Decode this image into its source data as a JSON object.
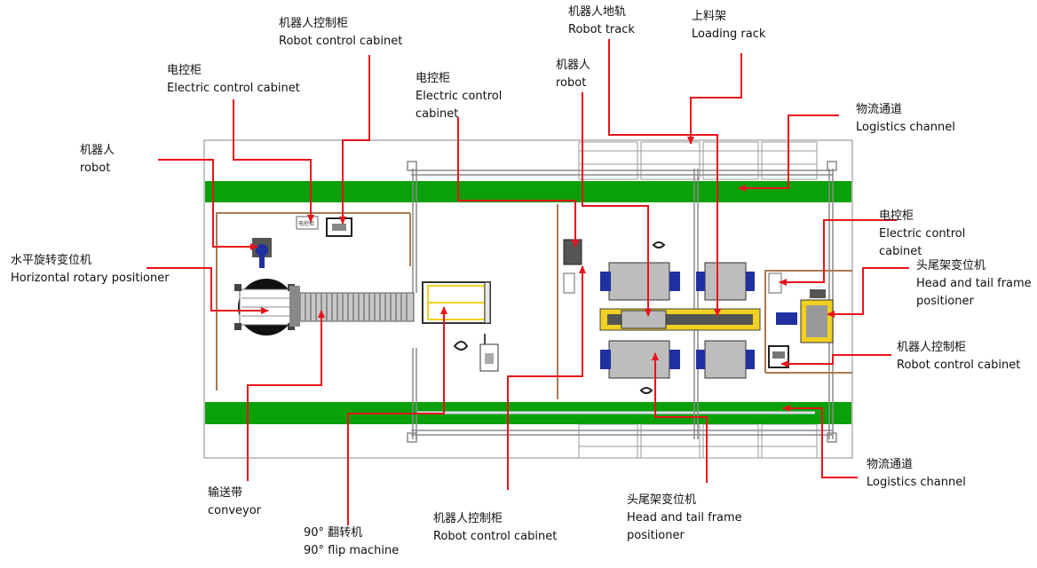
{
  "labels": {
    "robot_control_cabinet_top": {
      "cn": "机器人控制柜",
      "en": "Robot control cabinet"
    },
    "electric_cabinet_left": {
      "cn": "电控柜",
      "en": "Electric control cabinet"
    },
    "robot_left": {
      "cn": "机器人",
      "en": "robot"
    },
    "horizontal_positioner": {
      "cn": "水平旋转变位机",
      "en": "Horizontal rotary positioner"
    },
    "electric_cabinet_mid": {
      "cn": "电控柜",
      "en1": "Electric control",
      "en2": "cabinet"
    },
    "robot_mid": {
      "cn": "机器人",
      "en": "robot"
    },
    "robot_track": {
      "cn": "机器人地轨",
      "en": "Robot track"
    },
    "loading_rack": {
      "cn": "上料架",
      "en": "Loading rack"
    },
    "logistics_top": {
      "cn": "物流通道",
      "en": "Logistics channel"
    },
    "electric_cabinet_right": {
      "cn": "电控柜",
      "en1": "Electric control",
      "en2": "cabinet"
    },
    "head_tail_right": {
      "cn": "头尾架变位机",
      "en1": "Head and tail frame",
      "en2": "positioner"
    },
    "robot_control_cabinet_right": {
      "cn": "机器人控制柜",
      "en": "Robot control cabinet"
    },
    "logistics_bottom": {
      "cn": "物流通道",
      "en": "Logistics channel"
    },
    "head_tail_bottom": {
      "cn": "头尾架变位机",
      "en1": "Head and tail frame",
      "en2": "positioner"
    },
    "robot_control_cabinet_bottom": {
      "cn": "机器人控制柜",
      "en": "Robot control cabinet"
    },
    "flip_machine": {
      "cn": "90° 翻转机",
      "en": "90°  flip machine"
    },
    "conveyor": {
      "cn": "输送带",
      "en": "conveyor"
    }
  },
  "cabinet_tag": "电控柜",
  "colors": {
    "green_channel": "#0aa00a",
    "arrow_red": "#e8141c",
    "fence_brown": "#a87a52",
    "frame_gray": "#8a8a8a",
    "machine_yellow": "#f0d020",
    "machine_blue": "#2030a0"
  }
}
